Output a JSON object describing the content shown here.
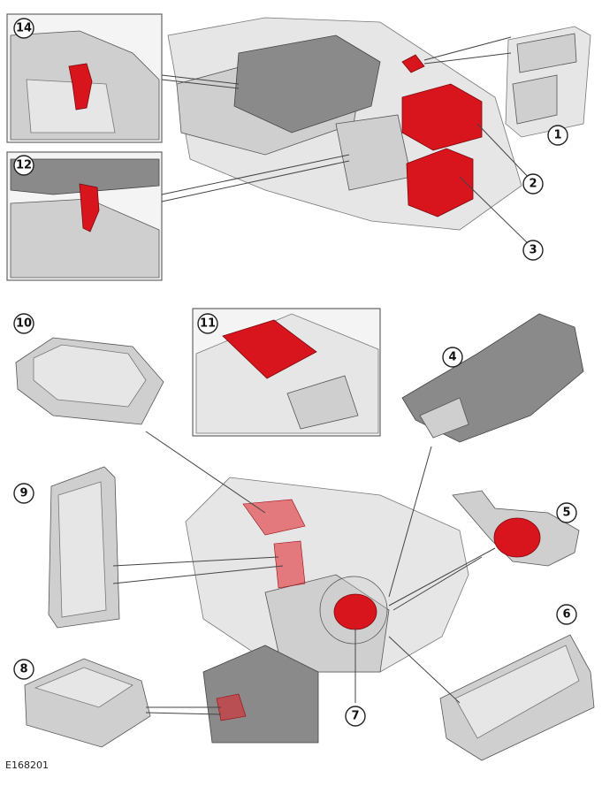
{
  "figure_ref": "E168201",
  "callouts": [
    {
      "id": "c1",
      "label": "1"
    },
    {
      "id": "c2",
      "label": "2"
    },
    {
      "id": "c3",
      "label": "3"
    },
    {
      "id": "c4",
      "label": "4"
    },
    {
      "id": "c5",
      "label": "5"
    },
    {
      "id": "c6",
      "label": "6"
    },
    {
      "id": "c7",
      "label": "7"
    },
    {
      "id": "c8",
      "label": "8"
    },
    {
      "id": "c9",
      "label": "9"
    },
    {
      "id": "c10",
      "label": "10"
    },
    {
      "id": "c11",
      "label": "11"
    },
    {
      "id": "c12",
      "label": "12"
    },
    {
      "id": "c14",
      "label": "14"
    }
  ]
}
